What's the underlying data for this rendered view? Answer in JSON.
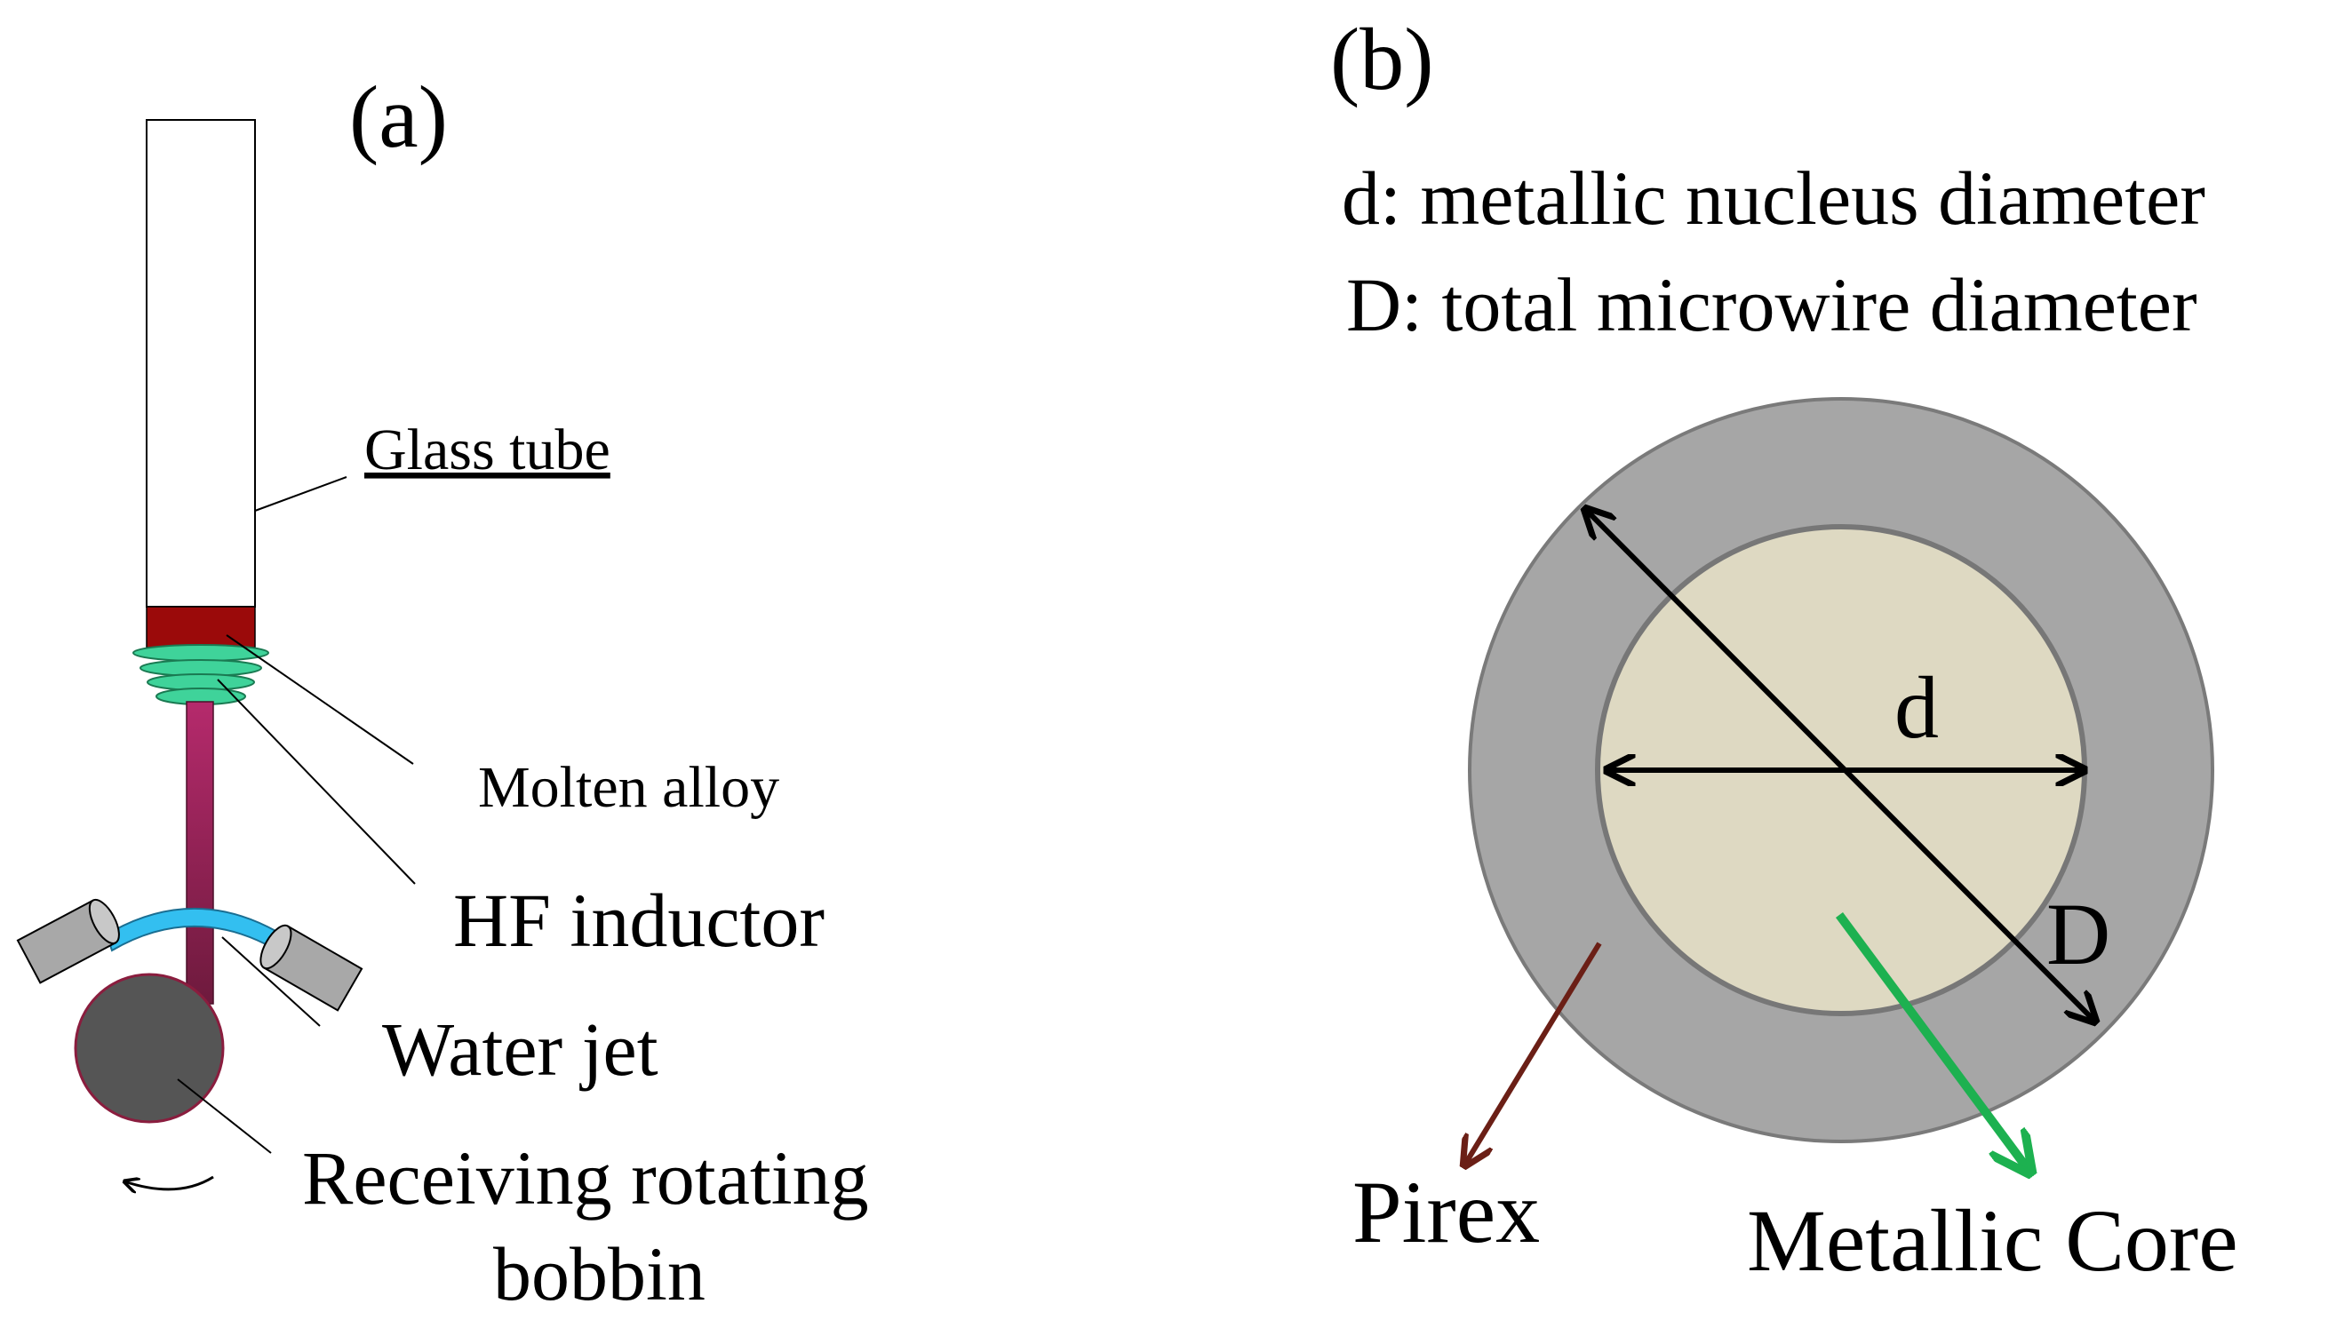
{
  "panel_a": {
    "panel_label": "(a)",
    "labels": {
      "glass_tube": "Glass tube",
      "molten_alloy": "Molten alloy",
      "hf_inductor": "HF inductor",
      "water_jet": "Water jet",
      "bobbin_line1": "Receiving rotating",
      "bobbin_line2": "bobbin"
    }
  },
  "panel_b": {
    "panel_label": "(b)",
    "legend": {
      "d_definition": "d: metallic nucleus diameter",
      "D_definition": "D: total microwire diameter"
    },
    "labels": {
      "d": "d",
      "D": "D",
      "pirex": "Pirex",
      "metallic_core": "Metallic Core"
    }
  },
  "colors": {
    "molten_alloy": "#9b0a0a",
    "inductor": "#3fd39a",
    "wire": "#a0245e",
    "water_jet": "#33bff0",
    "nozzle": "#a8a8a8",
    "bobbin": "#555555",
    "pirex_shell": "#a6a6a6",
    "metallic_core": "#ded9c2",
    "pirex_arrow": "#6b1f16",
    "core_arrow": "#1db150"
  }
}
